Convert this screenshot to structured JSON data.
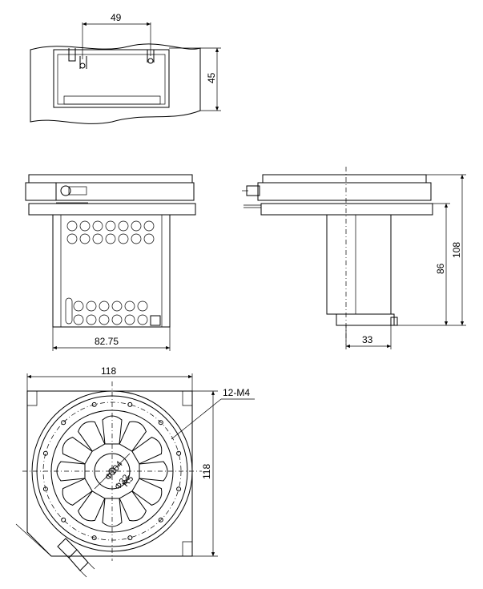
{
  "top_view": {
    "width_dim": "49",
    "height_dim": "45"
  },
  "front_view": {
    "width_dim": "82.75"
  },
  "side_view": {
    "total_height_dim": "108",
    "body_height_dim": "86",
    "depth_dim": "33"
  },
  "plan_view": {
    "width_dim": "118",
    "height_dim": "118",
    "callout": "12-M4",
    "center_labels": [
      "Φ104",
      "Φ32",
      "R5"
    ]
  }
}
